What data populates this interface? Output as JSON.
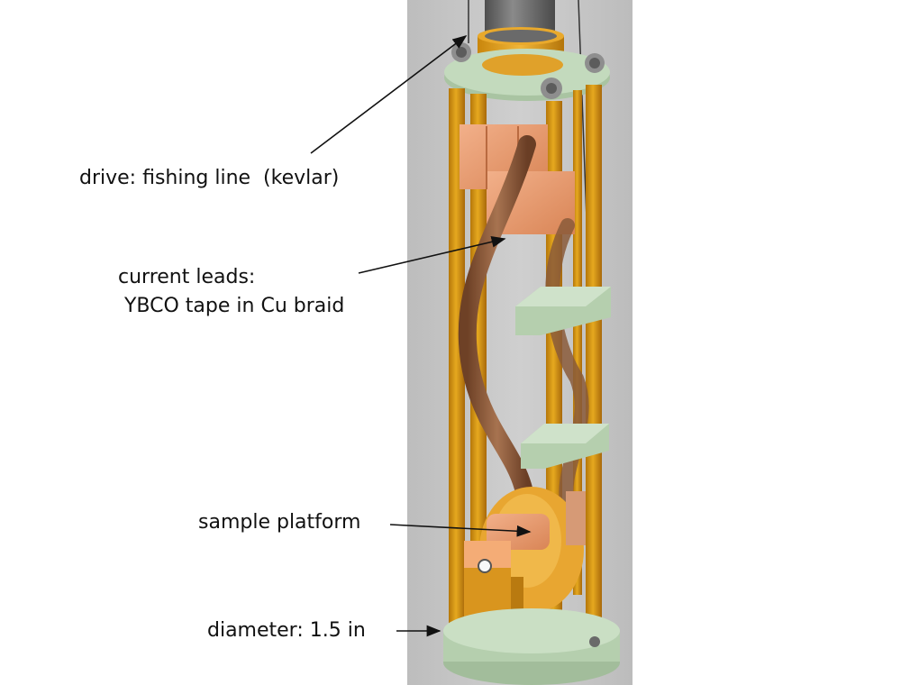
{
  "labels": {
    "drive": "drive: fishing line  (kevlar)",
    "leads_line1": "current leads:",
    "leads_line2": " YBCO tape in Cu braid",
    "platform": "sample platform",
    "diameter": "diameter: 1.5 in"
  },
  "colors": {
    "background_panel": "#c9c9c9",
    "rod_orange": "#d6930e",
    "spacer_green": "#b5cfae",
    "copper_block": "#e49a6f",
    "braid": "#8a5a3a",
    "upper_tube": "#6e6e6e",
    "arrow": "#111111"
  }
}
